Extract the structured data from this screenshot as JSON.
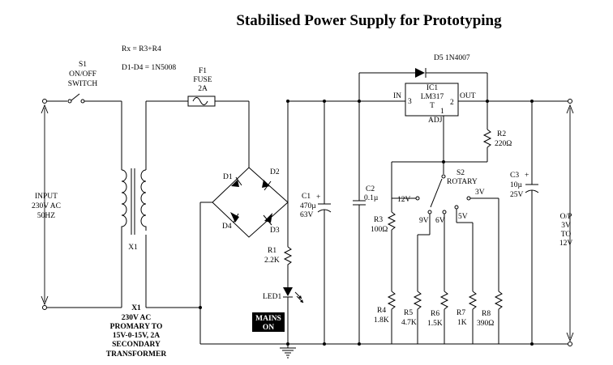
{
  "title": "Stabilised Power Supply for Prototyping",
  "notes": {
    "rx": "Rx = R3+R4",
    "diodes": "D1-D4 = 1N5008"
  },
  "switch": {
    "ref": "S1",
    "line1": "ON/OFF",
    "line2": "SWITCH"
  },
  "fuse": {
    "ref": "F1",
    "line1": "FUSE",
    "line2": "2A"
  },
  "input": {
    "line1": "INPUT",
    "line2": "230V AC",
    "line3": "50HZ"
  },
  "transformer": {
    "ref": "X1",
    "desc_ref": "X1",
    "line1": "230V AC",
    "line2": "PROMARY TO",
    "line3": "15V-0-15V, 2A",
    "line4": "SECONDARY",
    "line5": "TRANSFORMER"
  },
  "bridge": {
    "d1": "D1",
    "d2": "D2",
    "d3": "D3",
    "d4": "D4"
  },
  "c1": {
    "ref": "C1",
    "value": "470µ",
    "voltage": "63V",
    "plus": "+"
  },
  "r1": {
    "ref": "R1",
    "value": "2.2K"
  },
  "led": {
    "ref": "LED1",
    "badge_line1": "MAINS",
    "badge_line2": "ON"
  },
  "c2": {
    "ref": "C2",
    "value": "0.1µ"
  },
  "d5": {
    "label": "D5 1N4007"
  },
  "ic": {
    "ref": "IC1",
    "part_line1": "LM317",
    "part_line2": "T",
    "in": "IN",
    "out": "OUT",
    "adj": "ADJ",
    "pin1": "1",
    "pin2": "2",
    "pin3": "3"
  },
  "r2": {
    "ref": "R2",
    "value": "220Ω"
  },
  "c3": {
    "ref": "C3",
    "value": "10µ",
    "voltage": "25V",
    "plus": "+"
  },
  "s2": {
    "ref": "S2",
    "name": "ROTARY",
    "pos_12v": "12V",
    "pos_3v": "3V",
    "pos_9v": "9V",
    "pos_6v": "6V",
    "pos_5v": "5V"
  },
  "r3": {
    "ref": "R3",
    "value": "100Ω"
  },
  "r4": {
    "ref": "R4",
    "value": "1.8K"
  },
  "r5": {
    "ref": "R5",
    "value": "4.7K"
  },
  "r6": {
    "ref": "R6",
    "value": "1.5K"
  },
  "r7": {
    "ref": "R7",
    "value": "1K"
  },
  "r8": {
    "ref": "R8",
    "value": "390Ω"
  },
  "output": {
    "line1": "O/P",
    "line2": "3V",
    "line3": "TO",
    "line4": "12V"
  }
}
